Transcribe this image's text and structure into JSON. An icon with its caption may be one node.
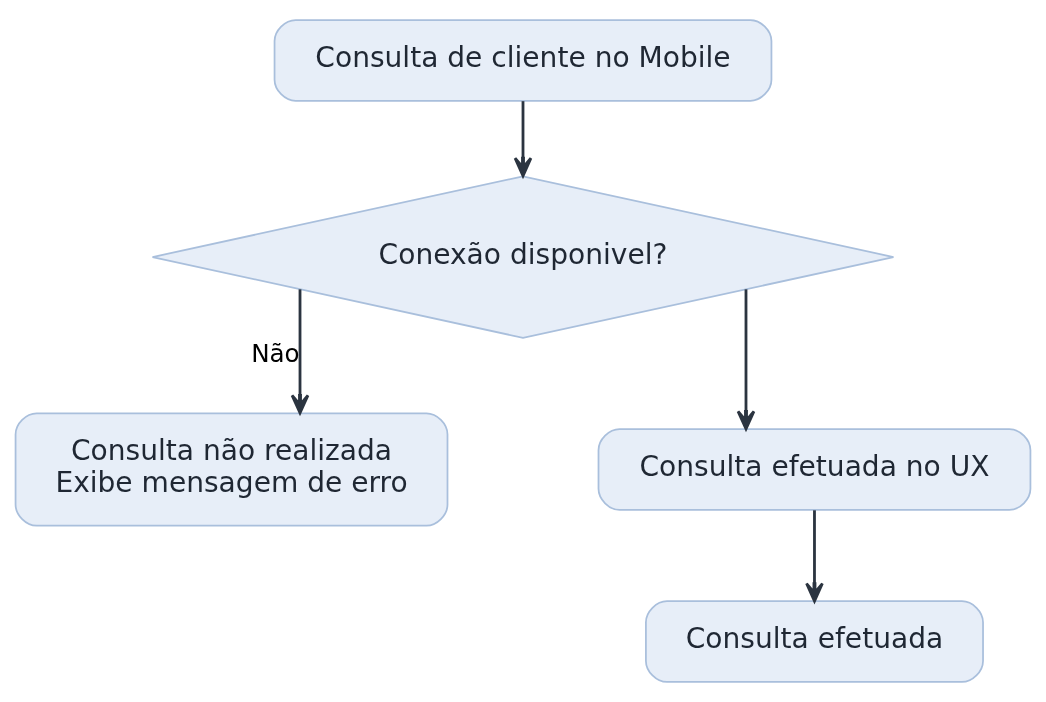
{
  "diagram": {
    "nodes": [
      {
        "text": [
          "Consulta de cliente no Mobile"
        ]
      },
      {
        "text": [
          "Conexão disponivel?"
        ]
      },
      {
        "text": [
          "Consulta não realizada",
          "Exibe mensagem de erro"
        ]
      },
      {
        "text": [
          "Consulta efetuada no UX"
        ]
      },
      {
        "text": [
          "Consulta efetuada"
        ]
      }
    ],
    "edges": [
      {
        "from": 0,
        "to": 1,
        "arrow": "to"
      },
      {
        "from": 1,
        "to": 2,
        "arrow": "to",
        "label": "Não"
      },
      {
        "from": 1,
        "to": 3,
        "arrow": "to"
      },
      {
        "from": 3,
        "to": 4,
        "arrow": "to"
      }
    ]
  }
}
